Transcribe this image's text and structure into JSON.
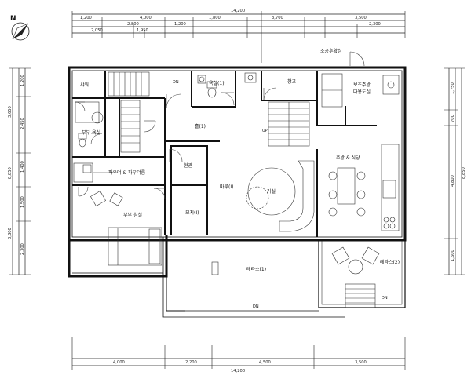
{
  "compass": {
    "north_label": "N"
  },
  "dimensions": {
    "top_total": "14,200",
    "top_row1": [
      "1,200",
      "4,000",
      "1,800",
      "3,700",
      "3,500"
    ],
    "top_row2": [
      "2,800",
      "1,200",
      "2,300"
    ],
    "top_row3": [
      "2,050",
      "1,950"
    ],
    "bottom_row": [
      "4,000",
      "2,200",
      "4,500",
      "3,500"
    ],
    "bottom_total": "14,200",
    "left_outer": [
      "3,650",
      "3,800"
    ],
    "left_total": "8,850",
    "left_inner": [
      "1,200",
      "2,450",
      "1,400",
      "1,500",
      "2,300"
    ],
    "right_outer": [
      "1,750",
      "700",
      "4,800",
      "1,600"
    ],
    "right_total": "8,850"
  },
  "rooms": {
    "shower": "샤워",
    "couple_bath": "부부 욕실",
    "powder": "파우더 & 파우더룸",
    "master_bed": "부부 침실",
    "bath1": "욕실(1)",
    "hall": "홀(1)",
    "storage": "창고",
    "aux_kitchen": "보조주방\n다용도실",
    "kitchen_dining": "주방 & 식당",
    "living": "거실",
    "entrance": "현관",
    "maru": "마루(I)",
    "storage1": "모지(I)",
    "terrace1": "테라스(1)",
    "terrace2": "테라스(2)",
    "gongjo": "조공후확싱"
  },
  "stair_labels": {
    "up": "UP",
    "dn_main": "DN",
    "dn_terrace": "DN",
    "dn_right": "DN"
  }
}
